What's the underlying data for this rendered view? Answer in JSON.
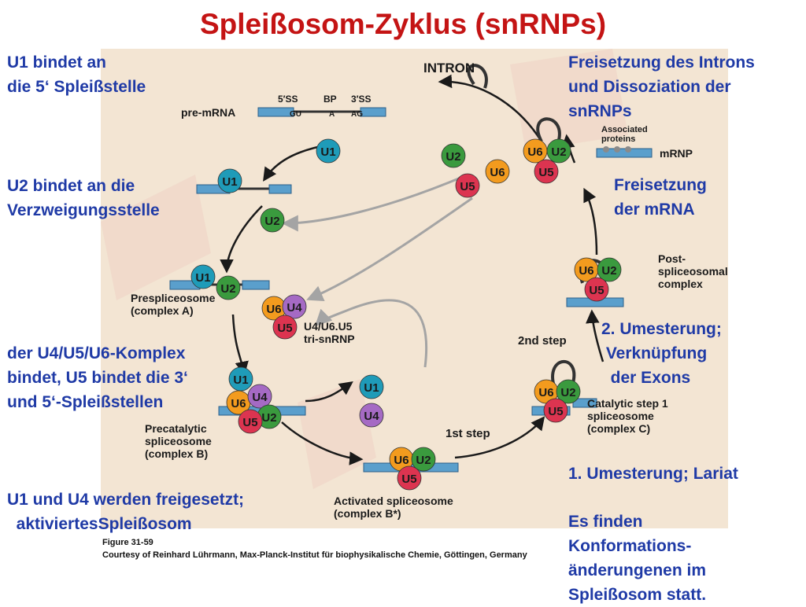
{
  "title": "Spleißosom-Zyklus (snRNPs)",
  "annotations": {
    "u1_binds": [
      "U1 bindet an",
      "die 5‘ Spleißstelle"
    ],
    "u2_binds": [
      "U2 bindet an die",
      "Verzweigungsstelle"
    ],
    "tri_binds": [
      "der U4/U5/U6-Komplex",
      "bindet, U5 bindet die 3‘",
      "und 5‘-Spleißstellen"
    ],
    "u1_u4_released": [
      "U1 und U4 werden freigesetzt;",
      "  aktiviertesSpleißosom"
    ],
    "intron_release": [
      "Freisetzung des Introns",
      "und Dissoziation der",
      "snRNPs"
    ],
    "mrna_release": [
      "Freisetzung",
      "der mRNA"
    ],
    "second_transesterification": [
      "2. Umesterung;",
      " Verknüpfung",
      "  der Exons"
    ],
    "first_transesterification": [
      "1. Umesterung; Lariat"
    ],
    "conformational_change": [
      "Es finden",
      "Konformations-",
      "änderungenen im",
      "Spleißosom statt."
    ]
  },
  "diagram": {
    "intron_label": "INTRON",
    "pre_mrna_label": "pre-mRNA",
    "ss5_label": "5′SS",
    "bp_label": "BP",
    "ss3_label": "3′SS",
    "gu_label": "GU",
    "a_label": "A",
    "ag_label": "AG",
    "associated_proteins": [
      "Associated",
      "proteins"
    ],
    "mrnp_label": "mRNP",
    "presplice_label": [
      "Prespliceosome",
      "(complex A)"
    ],
    "tri_snrnp_label": [
      "U4/U6.U5",
      "tri-snRNP"
    ],
    "precatalytic_label": [
      "Precatalytic",
      "spliceosome",
      "(complex B)"
    ],
    "activated_label": [
      "Activated spliceosome",
      "(complex B*)"
    ],
    "first_step_label": "1st step",
    "second_step_label": "2nd step",
    "catalytic_label": [
      "Catalytic step 1",
      "spliceosome",
      "(complex C)"
    ],
    "post_label": [
      "Post-",
      "spliceosomal",
      "complex"
    ],
    "snrnp": {
      "U1": "U1",
      "U2": "U2",
      "U4": "U4",
      "U5": "U5",
      "U6": "U6"
    }
  },
  "caption": {
    "figure": "Figure 31-59",
    "credit": "Courtesy of Reinhard Lührmann, Max-Planck-Institut für biophysikalische Chemie, Göttingen, Germany"
  },
  "colors": {
    "U1": "#1f9bb8",
    "U2": "#3a9a3e",
    "U4": "#a56ac4",
    "U5": "#dc3450",
    "U6": "#f39b1e",
    "exon": "#5a9fcc",
    "title": "#c41414",
    "annotation": "#1f3aa6",
    "panel": "#f3e5d3"
  }
}
